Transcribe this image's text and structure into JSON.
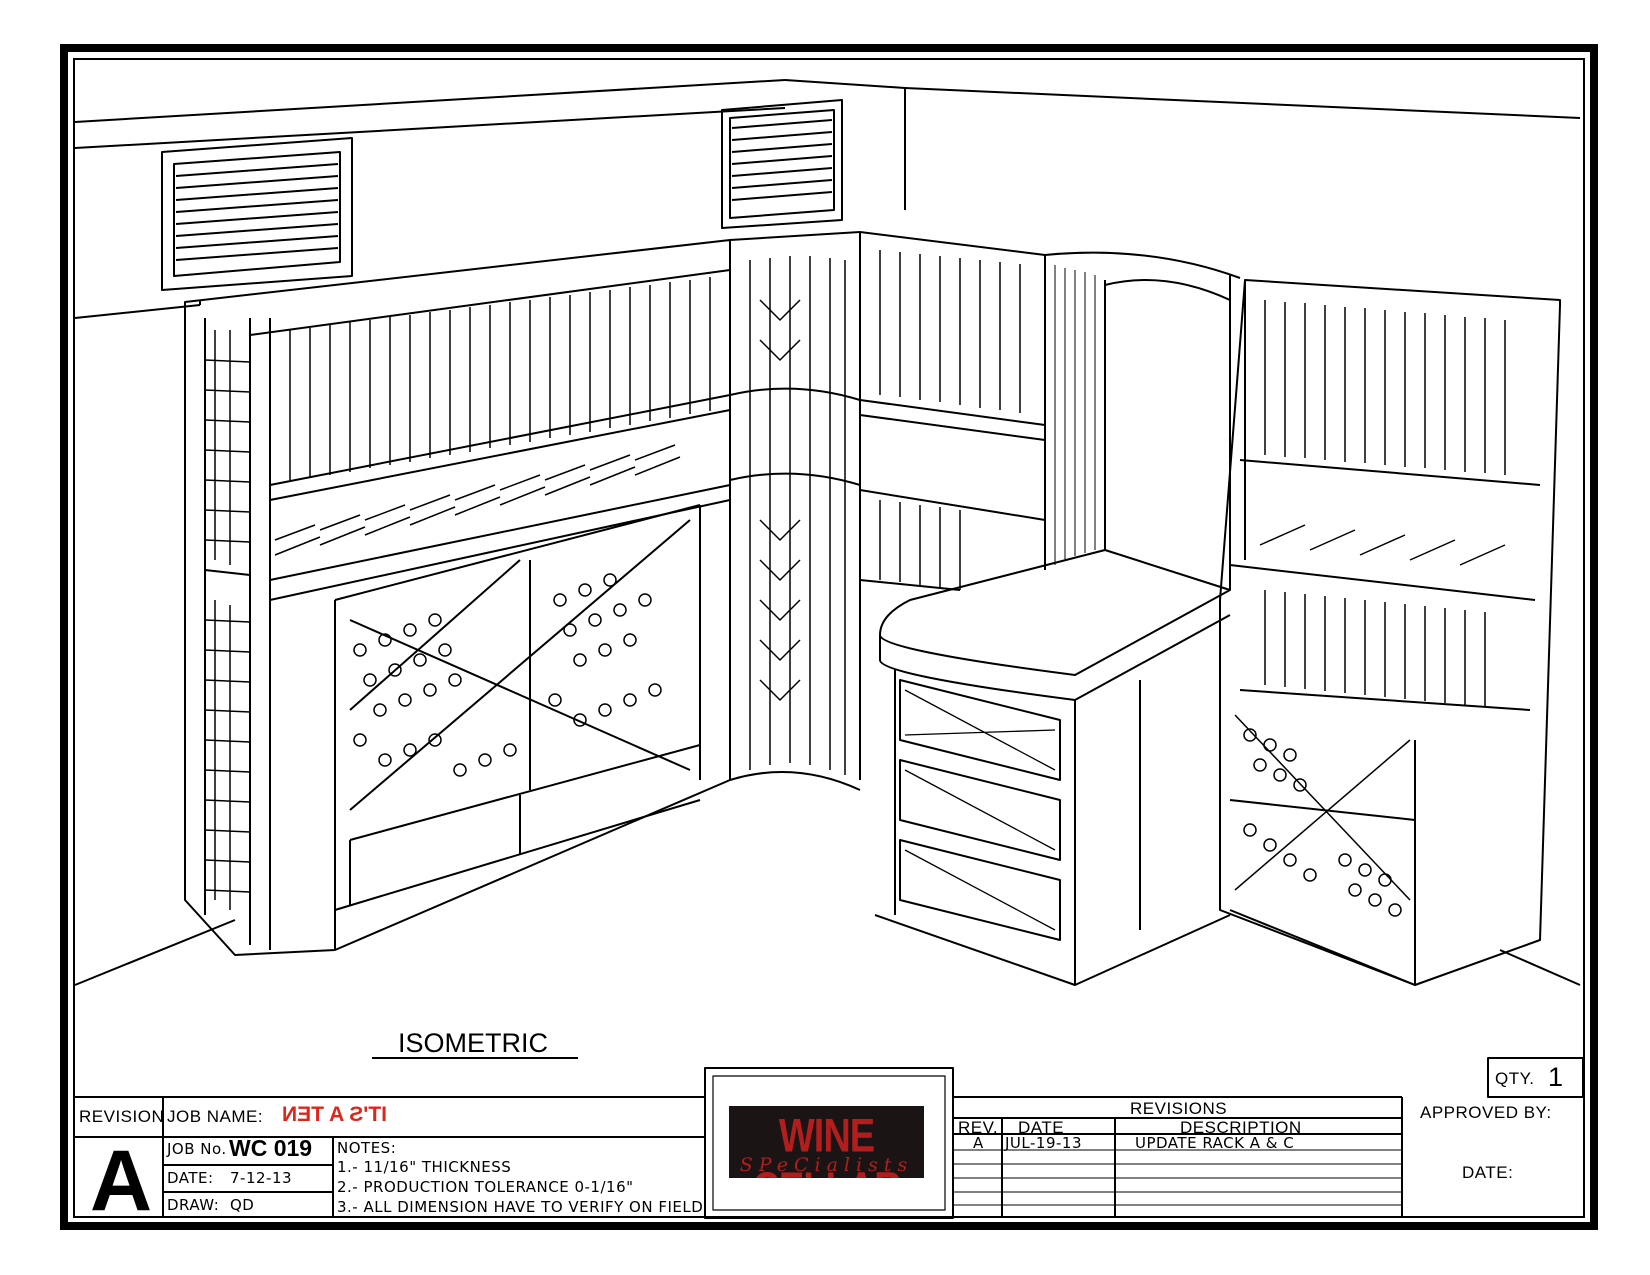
{
  "view_title": "ISOMETRIC",
  "title_block": {
    "revision_label": "REVISION",
    "revision_letter": "A",
    "job_name_label": "JOB NAME:",
    "job_name": "IT'S A TEN",
    "job_no_label": "JOB No.",
    "job_no": "WC 019",
    "date_label": "DATE:",
    "date": "7-12-13",
    "draw_label": "DRAW:",
    "draw": "QD",
    "notes_label": "NOTES:",
    "notes": [
      "1.- 11/16\" THICKNESS",
      "2.- PRODUCTION TOLERANCE 0-1/16\"",
      "3.- ALL DIMENSION HAVE TO VERIFY ON FIELD"
    ],
    "logo_line1": "WINE CELLAR",
    "logo_line2": "SPeCialists",
    "revisions_title": "REVISIONS",
    "revisions_headers": [
      "REV.",
      "DATE",
      "DESCRIPTION"
    ],
    "revisions_rows": [
      {
        "rev": "A",
        "date": "JUL-19-13",
        "description": "UPDATE RACK A & C"
      }
    ],
    "qty_label": "QTY.",
    "qty": "1",
    "approved_by_label": "APPROVED BY:",
    "approved_date_label": "DATE:"
  },
  "colors": {
    "ink": "#000000",
    "accent_red": "#e0251b",
    "logo_bg": "#1a1414",
    "logo_text": "#b21e1e"
  }
}
